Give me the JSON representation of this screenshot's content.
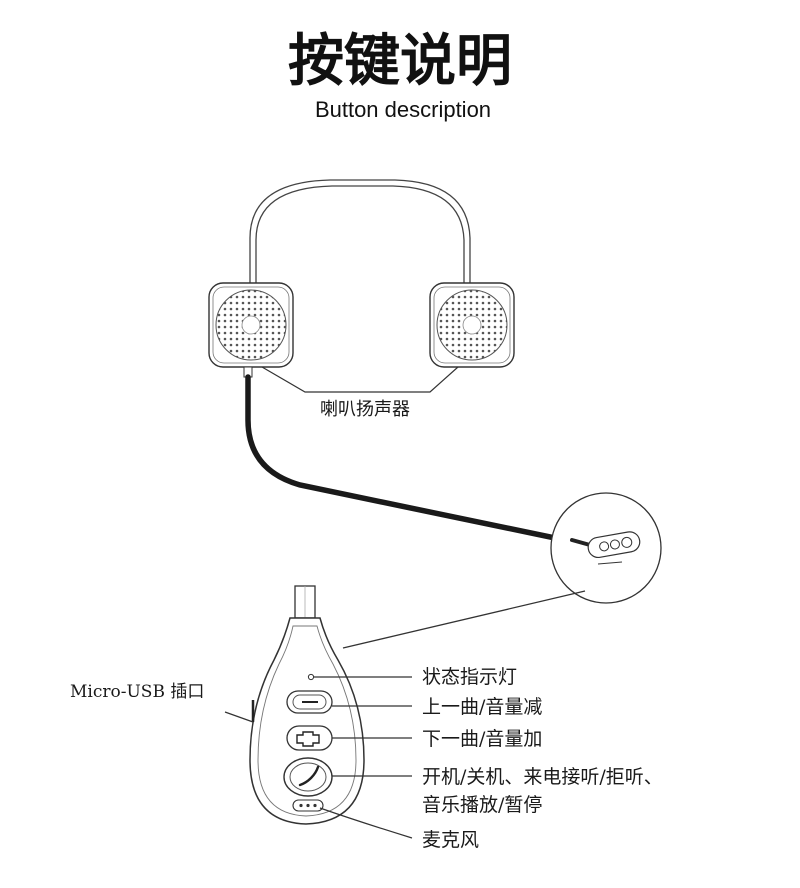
{
  "header": {
    "title": "按键说明",
    "subtitle": "Button description"
  },
  "labels": {
    "speaker": "喇叭扬声器",
    "micro_usb": "Micro-USB 插口",
    "status_light": "状态指示灯",
    "prev_vol_down": "上一曲/音量减",
    "next_vol_up": "下一曲/音量加",
    "power_line1": "开机/关机、来电接听/拒听、",
    "power_line2": "音乐播放/暂停",
    "microphone": "麦克风"
  },
  "icons": {
    "minus": "minus-icon",
    "plus": "plus-icon",
    "phone": "phone-icon"
  }
}
